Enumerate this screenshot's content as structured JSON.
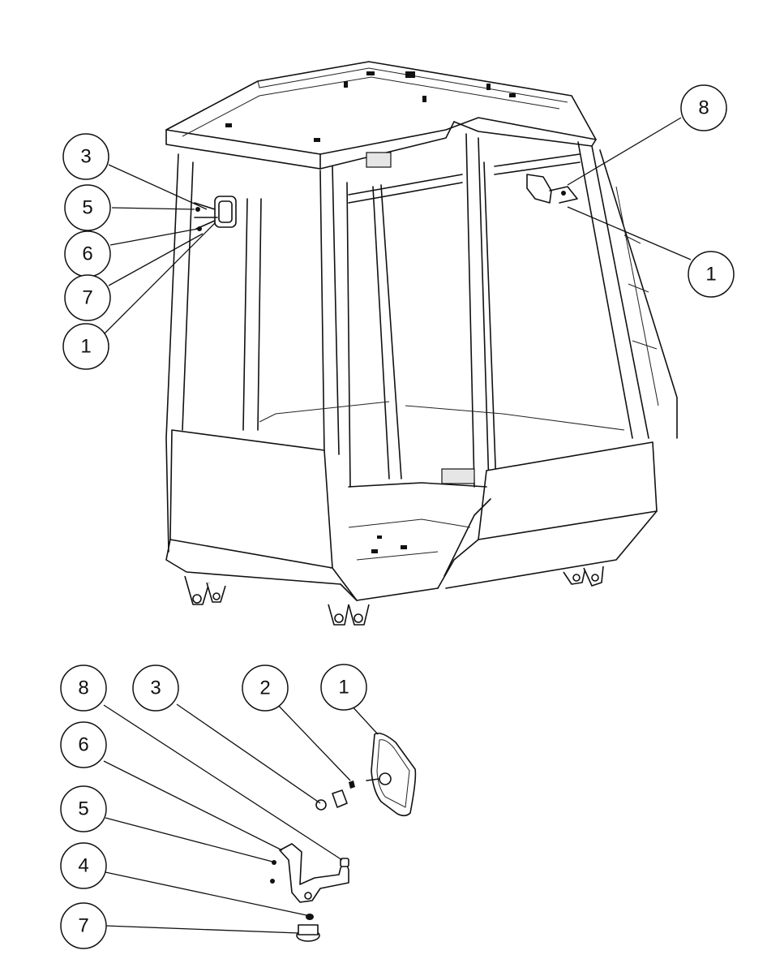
{
  "callouts": {
    "top": [
      {
        "id": "c-top-3",
        "label": "3"
      },
      {
        "id": "c-top-5",
        "label": "5"
      },
      {
        "id": "c-top-6",
        "label": "6"
      },
      {
        "id": "c-top-7",
        "label": "7"
      },
      {
        "id": "c-top-1-left",
        "label": "1"
      },
      {
        "id": "c-top-8",
        "label": "8"
      },
      {
        "id": "c-top-1-right",
        "label": "1"
      }
    ],
    "exploded": [
      {
        "id": "c-ex-8",
        "label": "8"
      },
      {
        "id": "c-ex-3",
        "label": "3"
      },
      {
        "id": "c-ex-2",
        "label": "2"
      },
      {
        "id": "c-ex-1",
        "label": "1"
      },
      {
        "id": "c-ex-6",
        "label": "6"
      },
      {
        "id": "c-ex-5",
        "label": "5"
      },
      {
        "id": "c-ex-4",
        "label": "4"
      },
      {
        "id": "c-ex-7",
        "label": "7"
      }
    ]
  },
  "colors": {
    "line": "#111111",
    "background": "#ffffff"
  }
}
